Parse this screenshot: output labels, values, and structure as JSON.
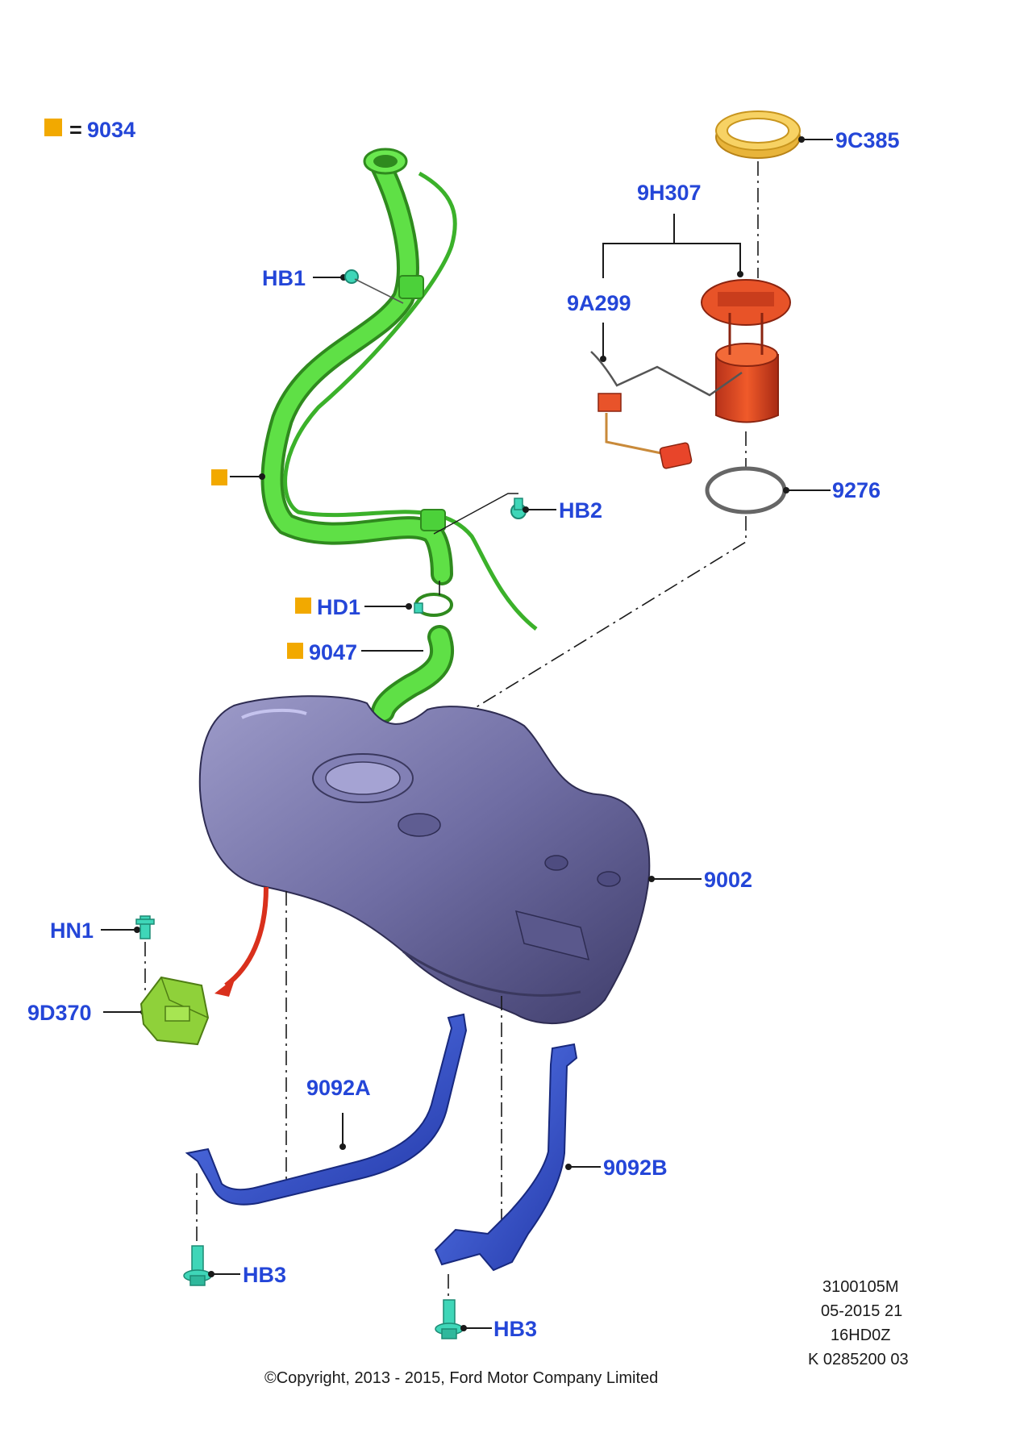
{
  "legend": {
    "equals": "=",
    "code": "9034",
    "marker_color": "#f2a900"
  },
  "callouts": {
    "c9C385": "9C385",
    "c9H307": "9H307",
    "c9A299": "9A299",
    "c9276": "9276",
    "HB1": "HB1",
    "HB2": "HB2",
    "HD1": "HD1",
    "c9047": "9047",
    "c9002": "9002",
    "HN1": "HN1",
    "c9D370": "9D370",
    "c9092A": "9092A",
    "c9092B": "9092B",
    "HB3_left": "HB3",
    "HB3_right": "HB3"
  },
  "meta": {
    "line1": "3100105M",
    "line2": "05-2015 21",
    "line3": "16HD0Z",
    "line4": "K 0285200 03"
  },
  "copyright": "©Copyright, 2013 - 2015, Ford Motor Company Limited",
  "colors": {
    "callout_text": "#2446d8",
    "filler_pipe": "#4cd13a",
    "fuel_pump": "#e84a1f",
    "lock_ring": "#f5c84a",
    "fuel_tank": "#6c6a9e",
    "straps": "#3a5ee0",
    "fasteners": "#3fd6b8",
    "module": "#8fd13a",
    "arrow": "#d9301c"
  }
}
